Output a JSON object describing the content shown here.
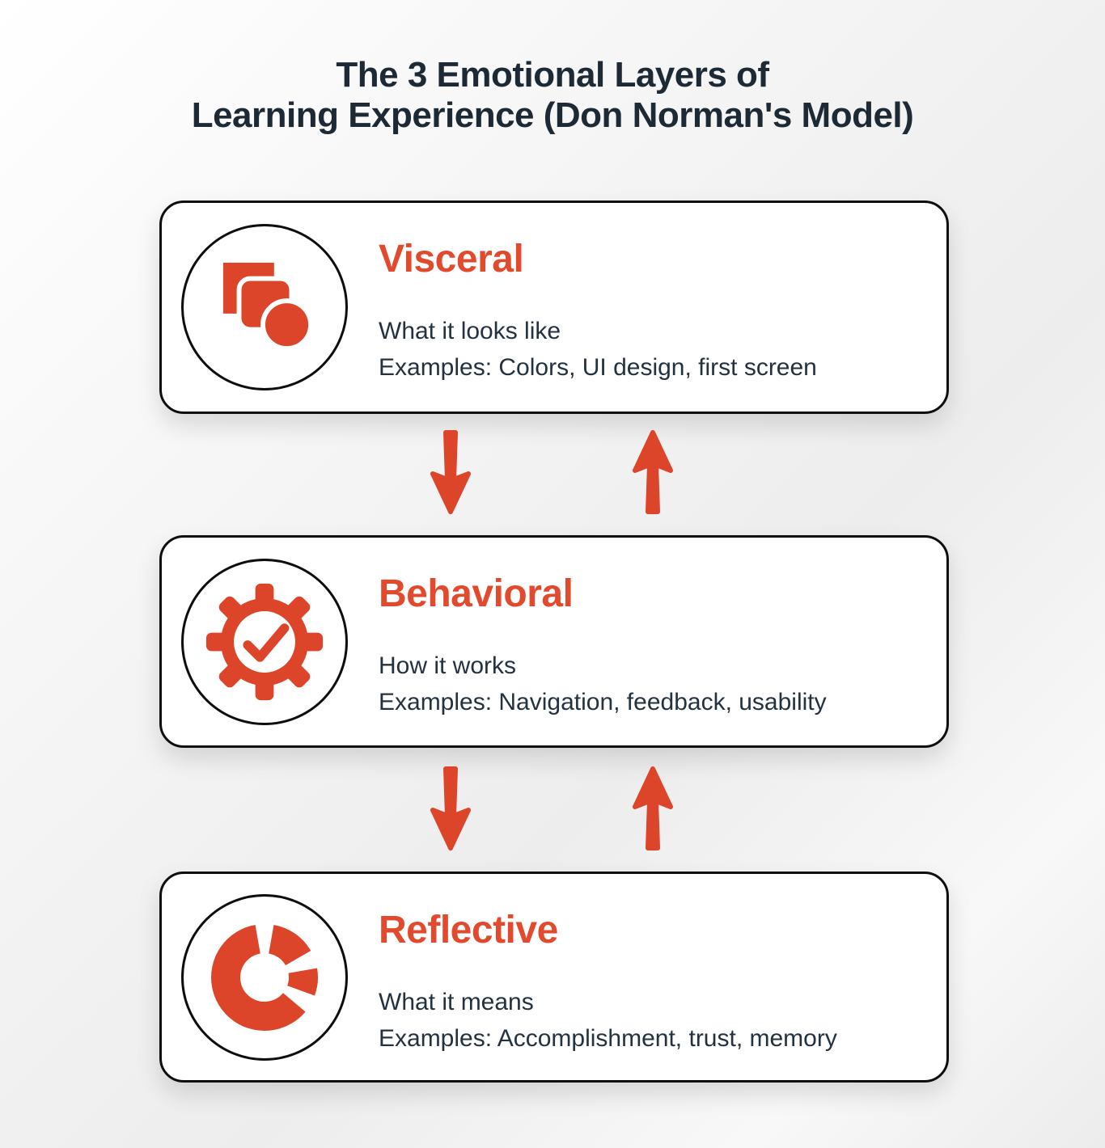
{
  "page": {
    "title_line1": "The 3 Emotional Layers of",
    "title_line2": "Learning Experience (Don Norman's Model)"
  },
  "colors": {
    "accent_red": "#DC4529",
    "heading_red": "#E24A2E",
    "title_ink": "#1D2935",
    "body_text": "#24313F",
    "card_border": "#0D0E11",
    "card_background": "#FFFFFF"
  },
  "layers": [
    {
      "name": "Visceral",
      "icon": "overlapping-shapes-icon",
      "description_line1": "What it looks like",
      "description_line2": "Examples: Colors, UI design, first screen"
    },
    {
      "name": "Behavioral",
      "icon": "gear-checkmark-icon",
      "description_line1": "How it works",
      "description_line2": "Examples: Navigation, feedback, usability"
    },
    {
      "name": "Reflective",
      "icon": "donut-chart-icon",
      "description_line1": "What it means",
      "description_line2": "Examples: Accomplishment, trust, memory"
    }
  ],
  "connectors": [
    {
      "between": "visceral-behavioral",
      "arrows": [
        "down",
        "up"
      ]
    },
    {
      "between": "behavioral-reflective",
      "arrows": [
        "down",
        "up"
      ]
    }
  ]
}
